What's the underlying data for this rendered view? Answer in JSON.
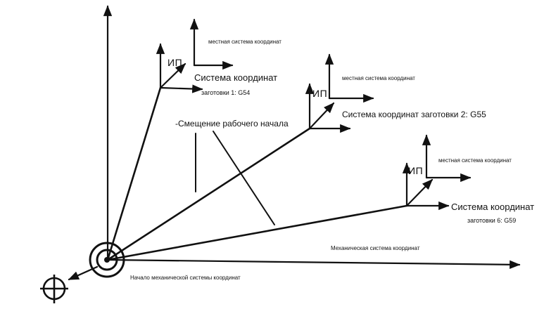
{
  "labels": {
    "local_cs_1": "местная система координат",
    "local_cs_2": "местная система координат",
    "local_cs_3": "местная система координат",
    "ip_1": "ИП",
    "ip_2": "ИП",
    "ip_3": "ИП",
    "g54_line1": "Система координат",
    "g54_line2": "заготовки 1: G54",
    "g55": "Система координат заготовки 2: G55",
    "g59_line1": "Система координат",
    "g59_line2": "заготовки 6: G59",
    "offset": "-Смещение рабочего начала",
    "machine_cs": "Механическая система координат",
    "machine_origin": "Начало механической системы координат"
  },
  "colors": {
    "ink": "#111111",
    "background": "#ffffff"
  }
}
